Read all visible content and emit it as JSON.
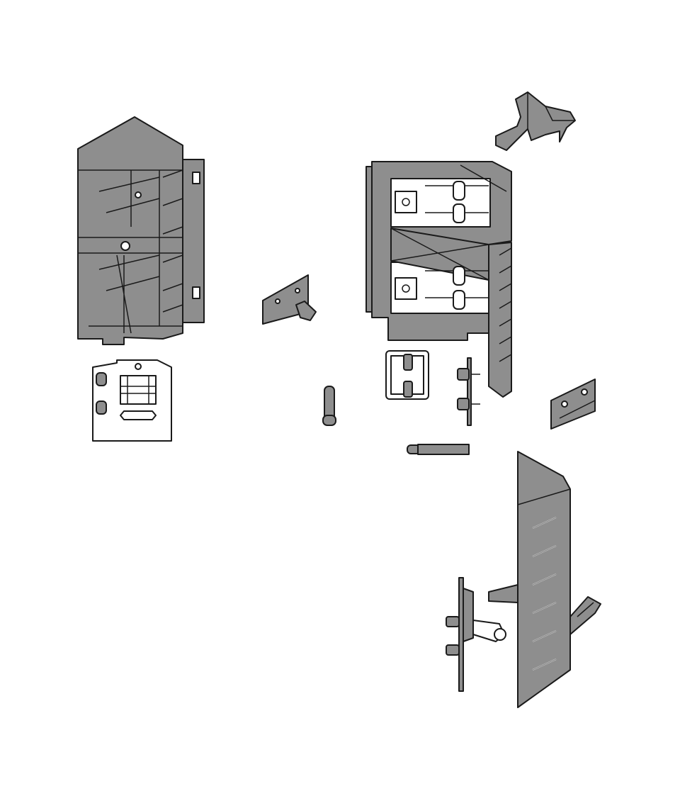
{
  "colors": {
    "part_fill": "#8e8e8e",
    "outline": "#1a1a1a",
    "background": "#ffffff"
  },
  "parts": [
    "left-corner-housing",
    "left-mounting-plate",
    "small-bracket",
    "vertical-dowel",
    "right-corner-housing",
    "top-cap",
    "clip-plate",
    "screw-plate",
    "horizontal-dowel",
    "right-bracket",
    "side-panel",
    "hinge-mechanism",
    "support-arm"
  ]
}
